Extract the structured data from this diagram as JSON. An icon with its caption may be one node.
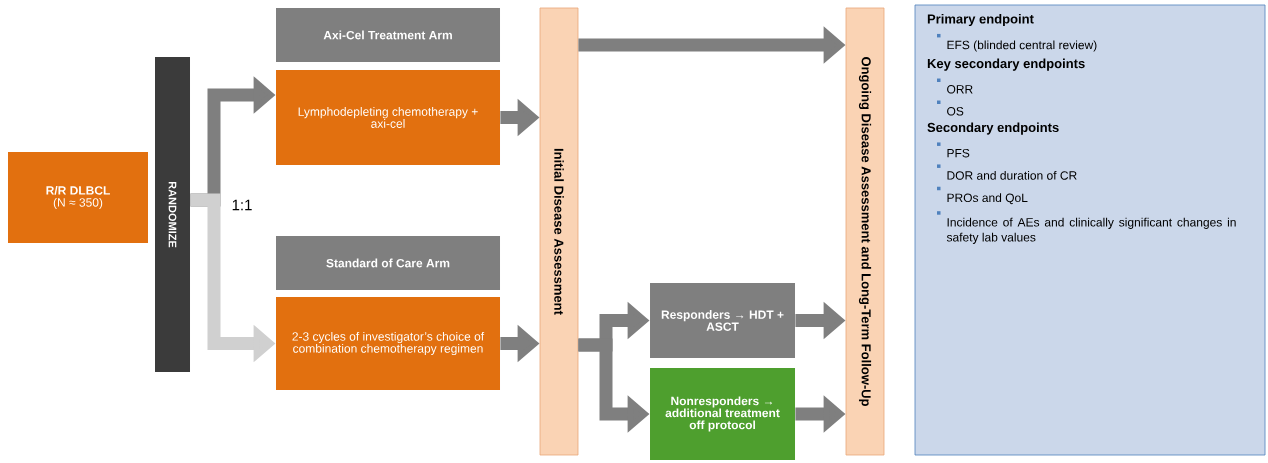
{
  "diagram": {
    "nodes": [
      {
        "text": [
          "R/R DLBCL",
          "(N ≈ 350)"
        ]
      },
      {
        "text": [
          "RANDOMIZE"
        ]
      },
      {
        "text": [
          "Axi-Cel Treatment Arm"
        ]
      },
      {
        "text": [
          "Lymphodepleting chemotherapy + axi-cel"
        ]
      },
      {
        "text": [
          "Standard of Care Arm"
        ]
      },
      {
        "text": [
          "2-3 cycles of investigator’s choice of combination chemotherapy regimen"
        ]
      },
      {
        "text": [
          "Initial Disease Assessment"
        ]
      },
      {
        "text": [
          "Responders → HDT + ASCT"
        ]
      },
      {
        "text": [
          "Nonresponders → additional treatment off protocol"
        ]
      },
      {
        "text": [
          "Ongoing Disease Assessment and Long-Term Follow-Up"
        ]
      },
      {
        "text": [
          "Primary endpoint",
          "EFS (blinded central review)",
          "Key secondary endpoints",
          "ORR",
          "OS",
          "Secondary endpoints",
          "PFS",
          "DOR and duration of CR",
          "PROs and QoL",
          "Incidence of AEs and clinically significant changes in safety lab values"
        ]
      }
    ],
    "edges": [
      {
        "from": 1,
        "to": 3,
        "arrow": "to"
      },
      {
        "from": 1,
        "to": 5,
        "arrow": "to",
        "color": "#d0d0d0"
      },
      {
        "from": 3,
        "to": 6,
        "arrow": "to"
      },
      {
        "from": 5,
        "to": 6,
        "arrow": "to"
      },
      {
        "from": 6,
        "to": 9,
        "arrow": "to"
      },
      {
        "from": 6,
        "to": 7,
        "arrow": "to"
      },
      {
        "from": 6,
        "to": 8,
        "arrow": "to"
      },
      {
        "from": 7,
        "to": 9,
        "arrow": "to"
      },
      {
        "from": 8,
        "to": 9,
        "arrow": "to"
      }
    ],
    "labels": [
      "1:1"
    ]
  }
}
